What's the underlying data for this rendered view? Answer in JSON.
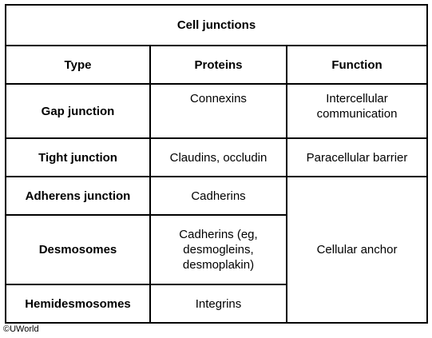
{
  "table": {
    "title": "Cell junctions",
    "headers": [
      "Type",
      "Proteins",
      "Function"
    ],
    "rows": [
      {
        "type": "Gap junction",
        "proteins": "Connexins",
        "function": "Intercellular communication"
      },
      {
        "type": "Tight junction",
        "proteins": "Claudins, occludin",
        "function": "Paracellular barrier"
      },
      {
        "type": "Adherens junction",
        "proteins": "Cadherins",
        "function": "Cellular anchor"
      },
      {
        "type": "Desmosomes",
        "proteins": "Cadherins (eg, desmogleins, desmoplakin)",
        "function": "Cellular anchor"
      },
      {
        "type": "Hemidesmosomes",
        "proteins": "Integrins",
        "function": "Cellular anchor"
      }
    ]
  },
  "footer": {
    "copyright": "©UWorld"
  }
}
